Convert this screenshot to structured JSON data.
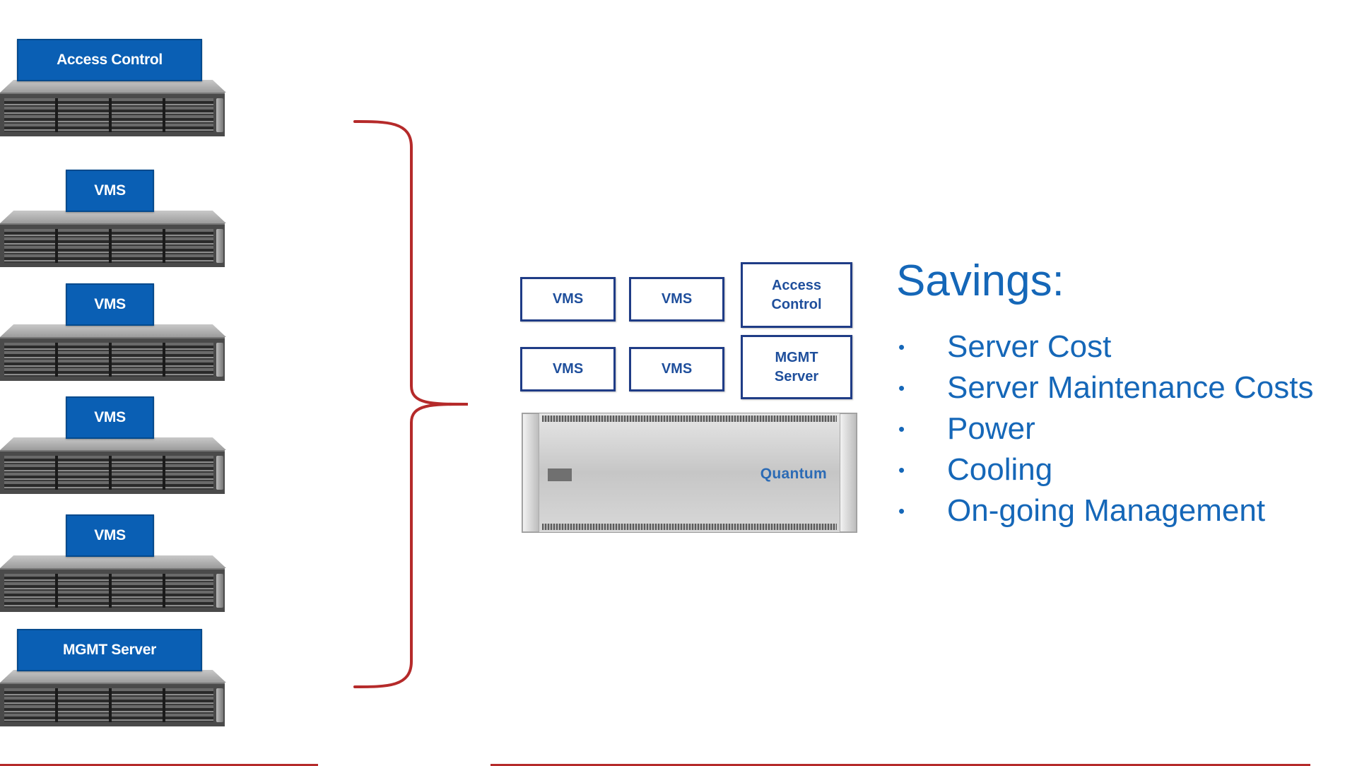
{
  "left_stack": {
    "servers": [
      {
        "label": "Access Control"
      },
      {
        "label": "VMS"
      },
      {
        "label": "VMS"
      },
      {
        "label": "VMS"
      },
      {
        "label": "VMS"
      },
      {
        "label": "MGMT Server"
      }
    ]
  },
  "consolidated": {
    "boxes": [
      {
        "label": "VMS"
      },
      {
        "label": "VMS"
      },
      {
        "label": "Access\nControl"
      },
      {
        "label": "VMS"
      },
      {
        "label": "VMS"
      },
      {
        "label": "MGMT\nServer"
      }
    ],
    "appliance_brand": "Quantum"
  },
  "savings": {
    "title": "Savings:",
    "bullet": "•",
    "items": [
      "Server Cost",
      "Server Maintenance Costs",
      "Power",
      "Cooling",
      "On-going Management"
    ]
  },
  "colors": {
    "label_blue": "#0a5fb4",
    "text_blue": "#1567b8",
    "bracket_red": "#b52a2a",
    "box_border": "#1f3c86"
  }
}
